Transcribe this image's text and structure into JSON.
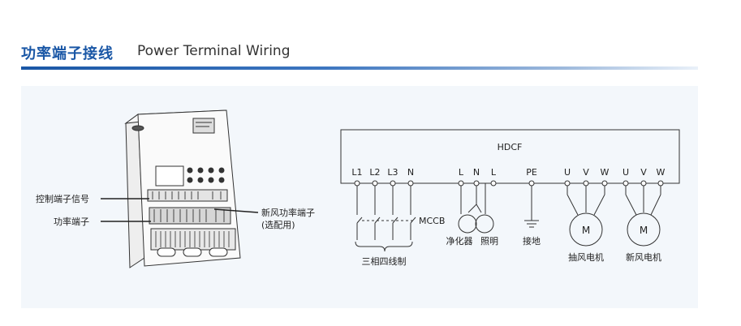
{
  "header": {
    "title_cn": "功率端子接线",
    "title_en": "Power Terminal Wiring"
  },
  "device": {
    "label_control": "控制端子信号",
    "label_power": "功率端子",
    "label_fresh_line1": "新风功率端子",
    "label_fresh_line2": "(选配用)"
  },
  "diagram": {
    "box_title": "HDCF",
    "three_phase_terminals": [
      "L1",
      "L2",
      "L3",
      "N"
    ],
    "aux_terminals": [
      "L",
      "N",
      "L"
    ],
    "pe_terminal": "PE",
    "exhaust_terminals": [
      "U",
      "V",
      "W"
    ],
    "fresh_terminals": [
      "U",
      "V",
      "W"
    ],
    "breaker_label": "MCCB",
    "three_phase_label": "三相四线制",
    "purifier_label": "净化器",
    "lighting_label": "照明",
    "ground_label": "接地",
    "motor_symbol": "M",
    "exhaust_motor_label": "抽风电机",
    "fresh_motor_label": "新风电机"
  },
  "colors": {
    "brand_blue": "#1a57a6",
    "panel_bg": "#f3f7fb"
  }
}
